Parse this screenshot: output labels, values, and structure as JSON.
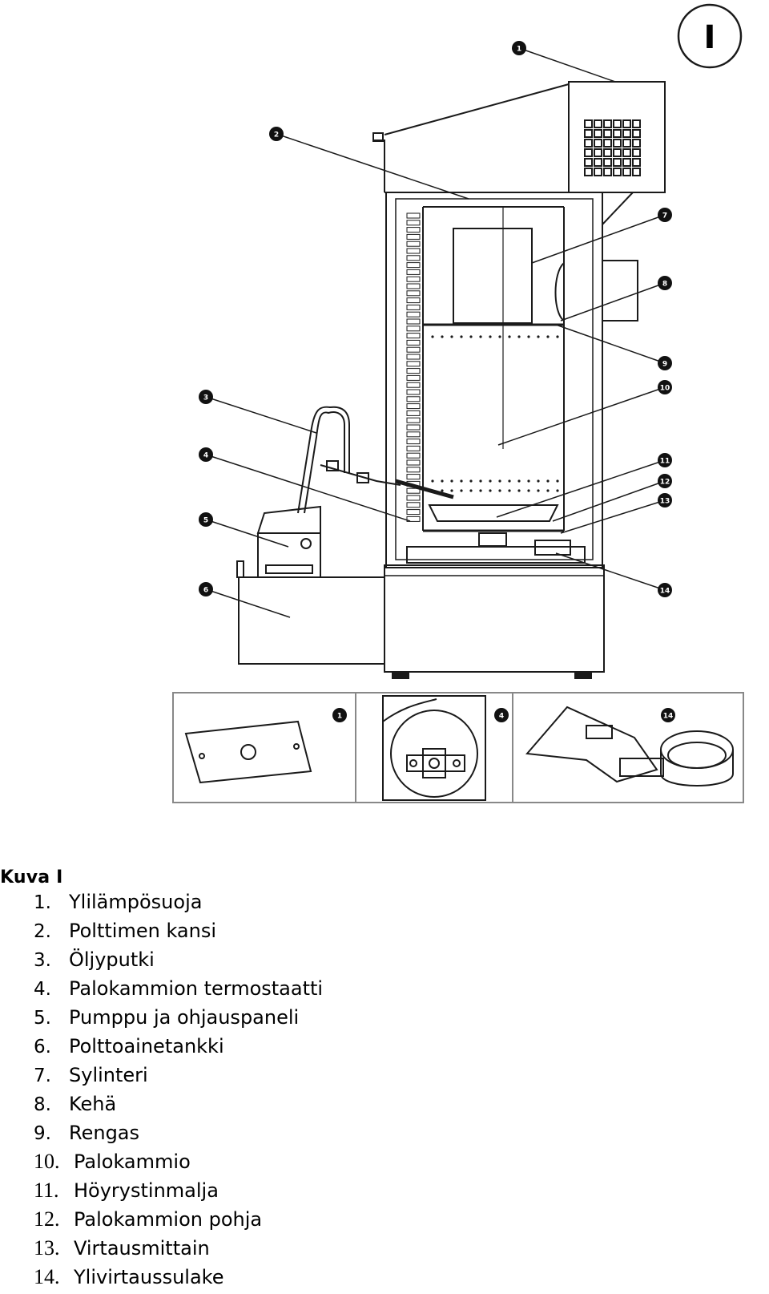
{
  "figure": {
    "badge": "I",
    "callouts": [
      "1",
      "2",
      "3",
      "4",
      "5",
      "6",
      "7",
      "8",
      "9",
      "10",
      "11",
      "12",
      "13",
      "14"
    ],
    "detail_callouts": [
      "1",
      "4",
      "14"
    ]
  },
  "caption": "Kuva I",
  "parts": [
    {
      "number": "1.",
      "label": "Ylilämpösuoja"
    },
    {
      "number": "2.",
      "label": "Polttimen kansi"
    },
    {
      "number": "3.",
      "label": "Öljyputki"
    },
    {
      "number": "4.",
      "label": "Palokammion termostaatti"
    },
    {
      "number": "5.",
      "label": "Pumppu ja ohjauspaneli"
    },
    {
      "number": "6.",
      "label": "Polttoainetankki"
    },
    {
      "number": "7.",
      "label": "Sylinteri"
    },
    {
      "number": "8.",
      "label": "Kehä"
    },
    {
      "number": "9.",
      "label": "Rengas"
    },
    {
      "number": "10.",
      "label": "Palokammio"
    },
    {
      "number": "11.",
      "label": "Höyrystinmalja"
    },
    {
      "number": "12.",
      "label": "Palokammion pohja"
    },
    {
      "number": "13.",
      "label": "Virtausmittain"
    },
    {
      "number": "14.",
      "label": "Ylivirtaussulake"
    }
  ],
  "colors": {
    "line": "#1a1a1a",
    "callout_fill": "#111111",
    "callout_text": "#ffffff"
  }
}
